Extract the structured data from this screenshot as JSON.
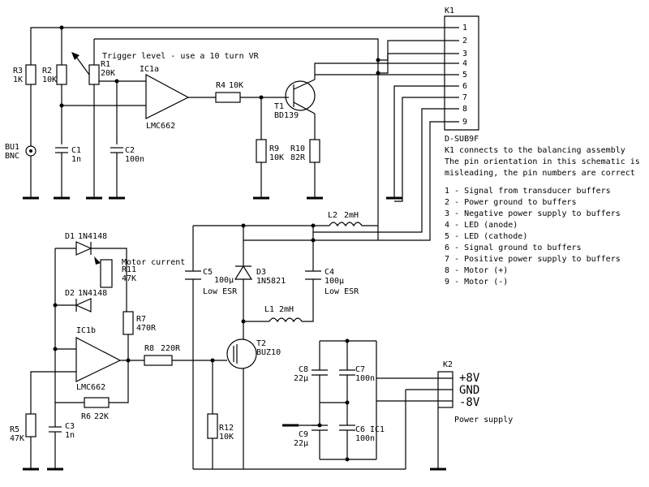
{
  "components": {
    "K1": {
      "ref": "K1",
      "type": "D-SUB9F",
      "pins": [
        "1",
        "2",
        "3",
        "4",
        "5",
        "6",
        "7",
        "8",
        "9"
      ]
    },
    "R1": {
      "ref": "R1",
      "value": "20K"
    },
    "R2": {
      "ref": "R2",
      "value": "10K"
    },
    "R3": {
      "ref": "R3",
      "value": "1K"
    },
    "R4": {
      "ref": "R4",
      "value": "10K"
    },
    "R5": {
      "ref": "R5",
      "value": "47K"
    },
    "R6": {
      "ref": "R6",
      "value": "22K"
    },
    "R7": {
      "ref": "R7",
      "value": "470R"
    },
    "R8": {
      "ref": "R8",
      "value": "220R"
    },
    "R9": {
      "ref": "R9",
      "value": "10K"
    },
    "R10": {
      "ref": "R10",
      "value": "82R"
    },
    "R11": {
      "ref": "R11",
      "value": "47K"
    },
    "R12": {
      "ref": "R12",
      "value": "10K"
    },
    "C1": {
      "ref": "C1",
      "value": "1n"
    },
    "C2": {
      "ref": "C2",
      "value": "100n"
    },
    "C3": {
      "ref": "C3",
      "value": "1n"
    },
    "C4": {
      "ref": "C4",
      "value": "100µ",
      "note": "Low ESR"
    },
    "C5": {
      "ref": "C5",
      "value": "100µ",
      "note": "Low ESR"
    },
    "C6": {
      "ref": "C6",
      "value": "100n"
    },
    "C7": {
      "ref": "C7",
      "value": "100n"
    },
    "C8": {
      "ref": "C8",
      "value": "22µ"
    },
    "C9": {
      "ref": "C9",
      "value": "22µ"
    },
    "IC1a": {
      "ref": "IC1a",
      "value": "LMC662"
    },
    "IC1b": {
      "ref": "IC1b",
      "value": "LMC662"
    },
    "IC1": {
      "ref": "IC1"
    },
    "T1": {
      "ref": "T1",
      "value": "BD139"
    },
    "T2": {
      "ref": "T2",
      "value": "BUZ10"
    },
    "D1": {
      "ref": "D1",
      "value": "1N4148"
    },
    "D2": {
      "ref": "D2",
      "value": "1N4148"
    },
    "D3": {
      "ref": "D3",
      "value": "1N5821"
    },
    "L1": {
      "ref": "L1",
      "value": "2mH"
    },
    "L2": {
      "ref": "L2",
      "value": "2mH"
    },
    "BU1": {
      "ref": "BU1",
      "value": "BNC"
    },
    "K2": {
      "ref": "K2",
      "pins": [
        "+8V",
        "GND",
        "-8V"
      ],
      "label": "Power supply"
    }
  },
  "annotations": {
    "trigger": "Trigger level - use a 10 turn VR",
    "motor_current": "Motor current"
  },
  "notes": {
    "k1_lines": [
      "K1 connects to the balancing assembly",
      "The pin orientation in this schematic is",
      "misleading, the pin numbers are correct"
    ],
    "pin_list": [
      "1 - Signal from transducer buffers",
      "2 - Power ground to buffers",
      "3 - Negative power supply to buffers",
      "4 - LED (anode)",
      "5 - LED (cathode)",
      "6 - Signal ground to buffers",
      "7 - Positive power supply to buffers",
      "8 - Motor (+)",
      "9 - Motor (-)"
    ]
  }
}
